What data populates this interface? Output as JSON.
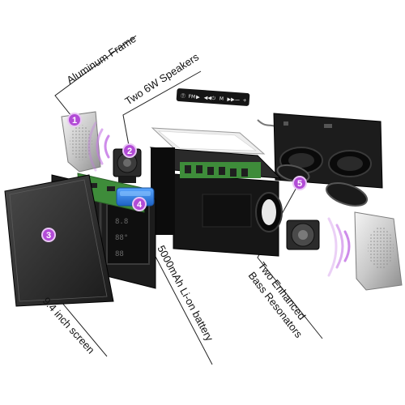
{
  "labels": {
    "aluminum_frame": "Aluminum Frame",
    "speakers": "Two 6W Speakers",
    "resonators_line1": "Two Enhanced",
    "resonators_line2": "Bass Resonators",
    "battery": "5000mAh Li-on battery",
    "screen": "9.4 inch screen"
  },
  "badges": [
    "1",
    "2",
    "3",
    "4",
    "5"
  ],
  "control_buttons": [
    "Ⓣ",
    "FM",
    "▶",
    "◀◀",
    "⏻",
    "M",
    "▶▶",
    "—",
    "+"
  ],
  "lcd_readout": [
    "8.8",
    "88°",
    "88"
  ],
  "colors": {
    "badge": "#b24bd6",
    "badge_ring": "#e9c6f5",
    "waves": "#c678e6",
    "battery": "#2f7fe6",
    "circuit": "#3e8c3a",
    "housing": "#161616"
  }
}
